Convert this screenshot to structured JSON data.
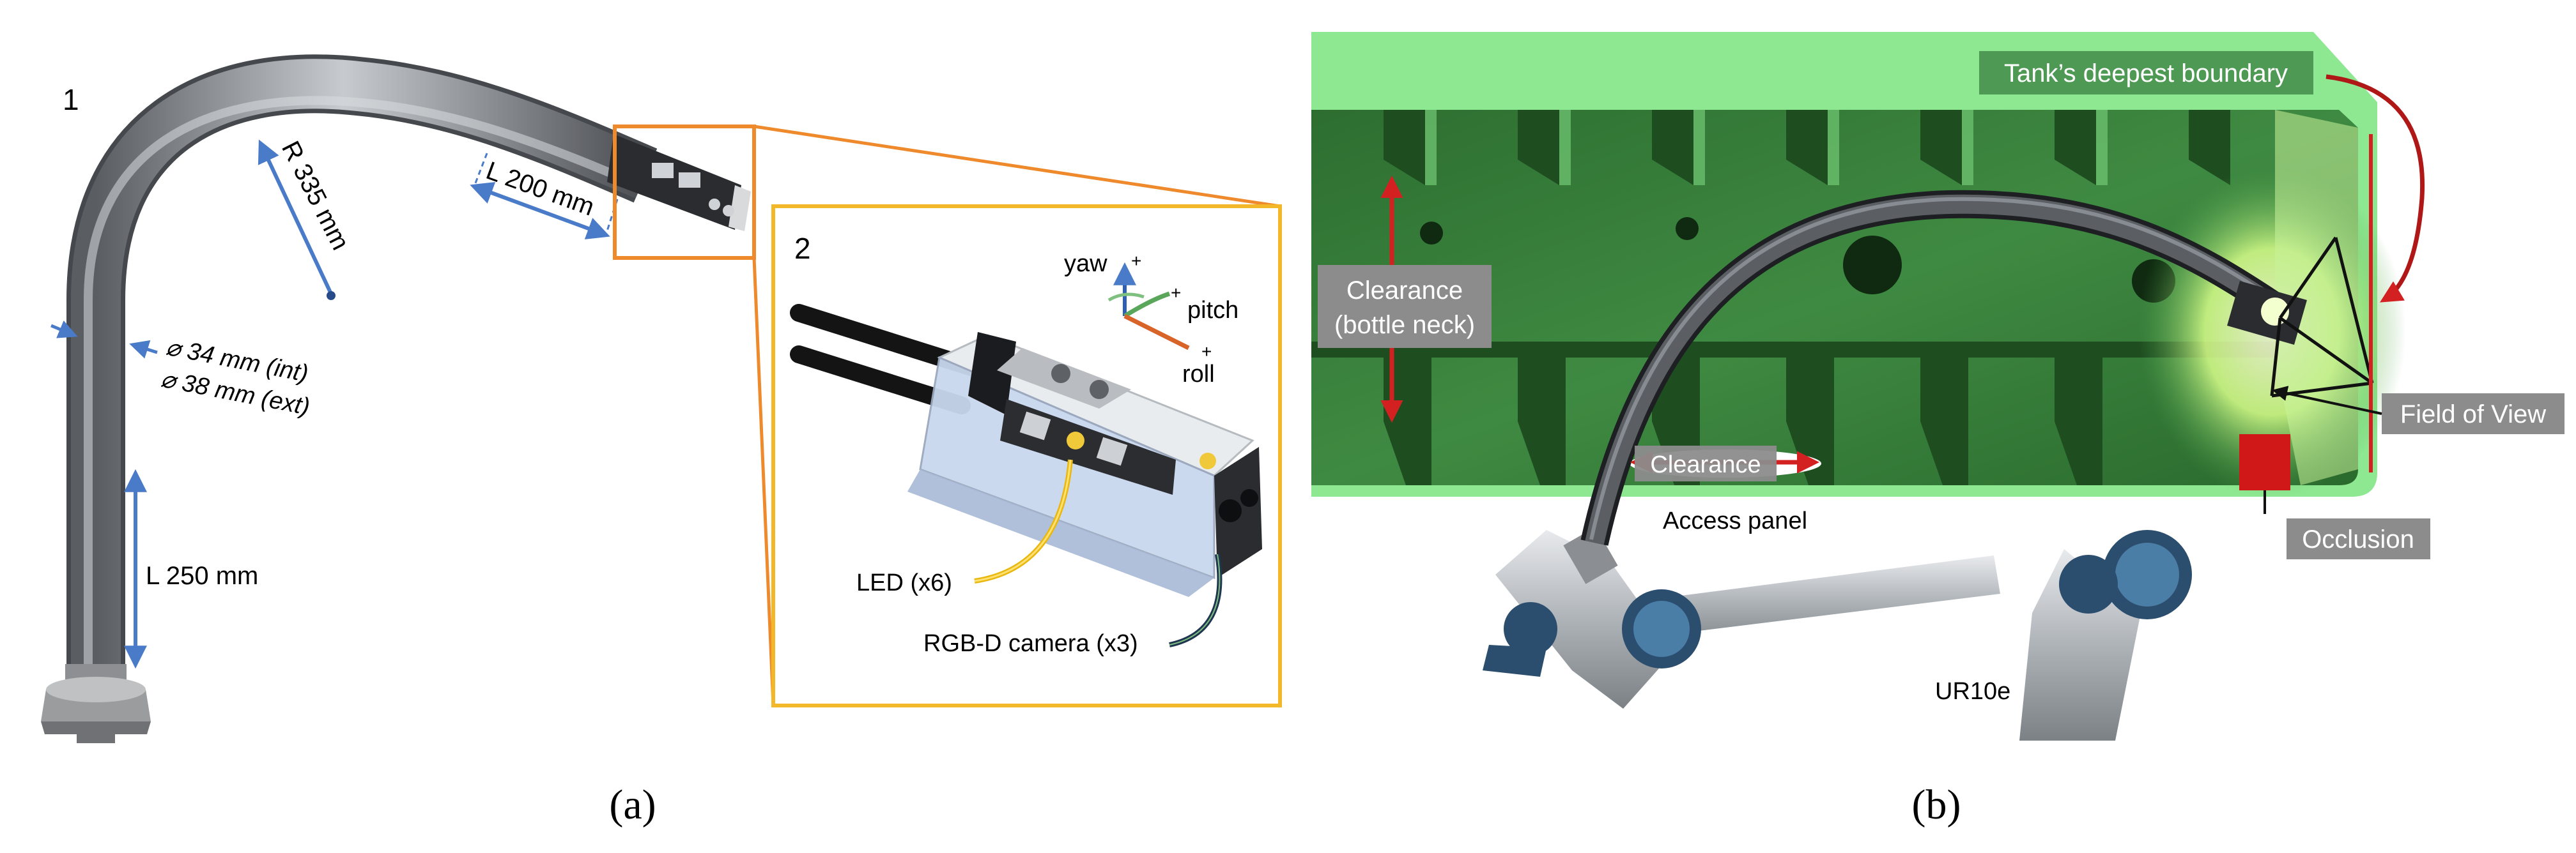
{
  "panel_a": {
    "caption": "(a)",
    "view1": {
      "number": "1",
      "radius": "R 335 mm",
      "length_top": "L 200 mm",
      "diameter_int": "⌀ 34 mm (int)",
      "diameter_ext": "⌀ 38 mm (ext)",
      "length_base": "L 250 mm"
    },
    "view2": {
      "number": "2",
      "axis_yaw": "yaw",
      "axis_pitch": "pitch",
      "axis_roll": "roll",
      "led": "LED (x6)",
      "camera": "RGB-D camera (x3)",
      "plus": "+"
    }
  },
  "panel_b": {
    "caption": "(b)",
    "tank_boundary": "Tank’s deepest boundary",
    "clearance_neck_line1": "Clearance",
    "clearance_neck_line2": "(bottle neck)",
    "clearance_panel": "Clearance",
    "access_panel": "Access panel",
    "field_of_view": "Field of View",
    "occlusion": "Occlusion",
    "robot": "UR10e"
  },
  "colors": {
    "dimension_blue": "#4a7bc8",
    "zoom_orange": "#ee8a2c",
    "zoom_gold": "#f3b829",
    "tank_green": "#8ee891",
    "tank_dark_green": "#2f6e31",
    "tag_green": "#4e9a55",
    "tag_gray": "#8c8c8c",
    "arrow_red": "#d32020",
    "occlusion_red": "#d01818",
    "led_yellow": "#f0c93a",
    "camera_navy": "#1f3550"
  }
}
